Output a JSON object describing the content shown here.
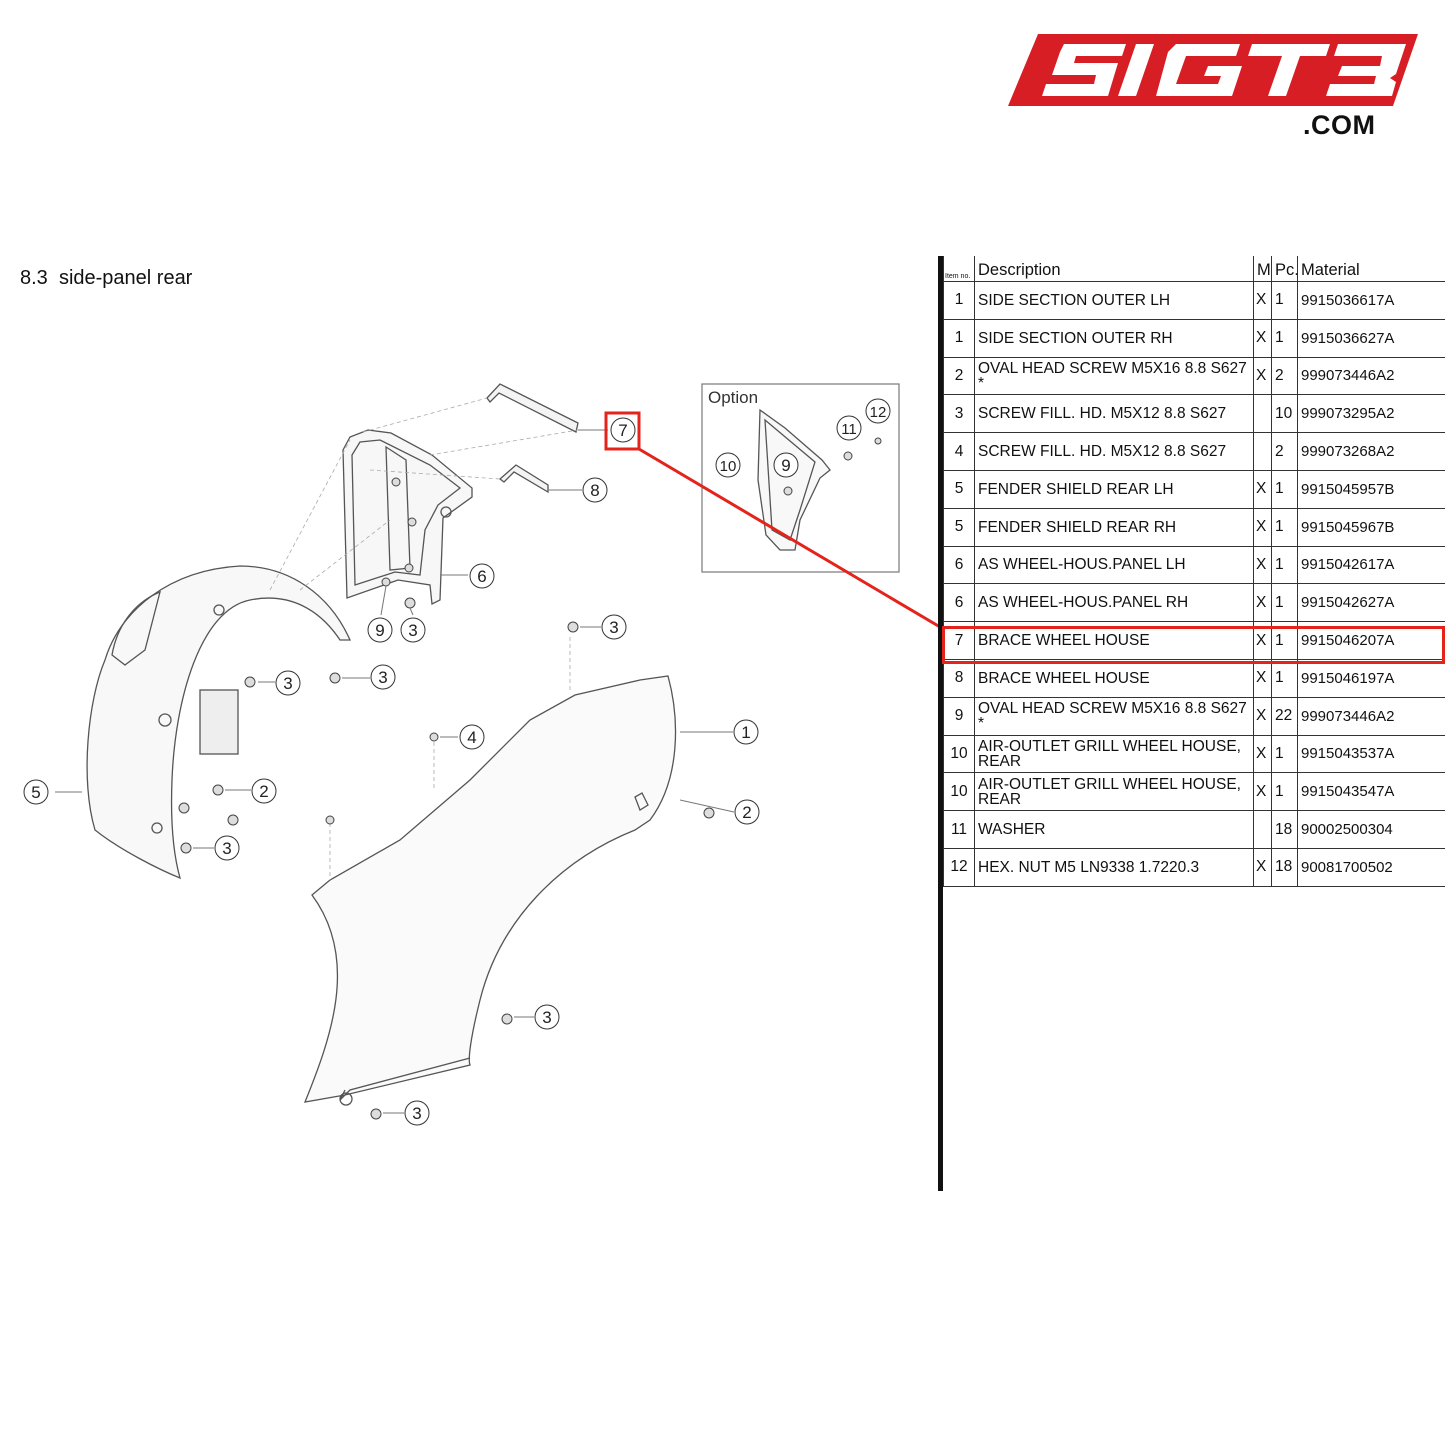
{
  "logo": {
    "text": "SIGT3",
    "domain": ".COM",
    "color": "#d81e25"
  },
  "section": {
    "number": "8.3",
    "title": "side-panel rear"
  },
  "diagram": {
    "option_label": "Option",
    "callouts": [
      {
        "id": "c7",
        "label": "7"
      },
      {
        "id": "c8",
        "label": "8"
      },
      {
        "id": "c6",
        "label": "6"
      },
      {
        "id": "c9a",
        "label": "9"
      },
      {
        "id": "c3a",
        "label": "3"
      },
      {
        "id": "c3b",
        "label": "3"
      },
      {
        "id": "c3c",
        "label": "3"
      },
      {
        "id": "c3d",
        "label": "3"
      },
      {
        "id": "c3e",
        "label": "3"
      },
      {
        "id": "c3f",
        "label": "3"
      },
      {
        "id": "c3g",
        "label": "3"
      },
      {
        "id": "c4",
        "label": "4"
      },
      {
        "id": "c1",
        "label": "1"
      },
      {
        "id": "c2a",
        "label": "2"
      },
      {
        "id": "c2b",
        "label": "2"
      },
      {
        "id": "c5",
        "label": "5"
      },
      {
        "id": "c10",
        "label": "10"
      },
      {
        "id": "c9b",
        "label": "9"
      },
      {
        "id": "c11",
        "label": "11"
      },
      {
        "id": "c12",
        "label": "12"
      }
    ],
    "highlight_color": "#e4231b"
  },
  "parts_table": {
    "headers": {
      "item": "Item no.",
      "description": "Description",
      "m": "M",
      "pc": "Pc.",
      "material": "Material"
    },
    "rows": [
      {
        "item": "1",
        "description": "SIDE SECTION OUTER LH",
        "m": "X",
        "pc": "1",
        "material": "9915036617A"
      },
      {
        "item": "1",
        "description": "SIDE SECTION OUTER RH",
        "m": "X",
        "pc": "1",
        "material": "9915036627A"
      },
      {
        "item": "2",
        "description": "OVAL HEAD SCREW M5X16 8.8 S627 *",
        "m": "X",
        "pc": "2",
        "material": "999073446A2"
      },
      {
        "item": "3",
        "description": "SCREW FILL. HD. M5X12 8.8 S627",
        "m": "",
        "pc": "10",
        "material": "999073295A2"
      },
      {
        "item": "4",
        "description": "SCREW FILL. HD. M5X12 8.8 S627",
        "m": "",
        "pc": "2",
        "material": "999073268A2"
      },
      {
        "item": "5",
        "description": "FENDER SHIELD REAR LH",
        "m": "X",
        "pc": "1",
        "material": "9915045957B"
      },
      {
        "item": "5",
        "description": "FENDER SHIELD REAR RH",
        "m": "X",
        "pc": "1",
        "material": "9915045967B"
      },
      {
        "item": "6",
        "description": "AS WHEEL-HOUS.PANEL LH",
        "m": "X",
        "pc": "1",
        "material": "9915042617A"
      },
      {
        "item": "6",
        "description": "AS WHEEL-HOUS.PANEL RH",
        "m": "X",
        "pc": "1",
        "material": "9915042627A"
      },
      {
        "item": "7",
        "description": "BRACE WHEEL HOUSE",
        "m": "X",
        "pc": "1",
        "material": "9915046207A"
      },
      {
        "item": "8",
        "description": "BRACE WHEEL HOUSE",
        "m": "X",
        "pc": "1",
        "material": "9915046197A"
      },
      {
        "item": "9",
        "description": "OVAL HEAD SCREW M5X16 8.8 S627 *",
        "m": "X",
        "pc": "22",
        "material": "999073446A2"
      },
      {
        "item": "10",
        "description": "AIR-OUTLET GRILL WHEEL HOUSE, REAR",
        "m": "X",
        "pc": "1",
        "material": "9915043537A"
      },
      {
        "item": "10",
        "description": "AIR-OUTLET GRILL WHEEL HOUSE, REAR",
        "m": "X",
        "pc": "1",
        "material": "9915043547A"
      },
      {
        "item": "11",
        "description": "WASHER",
        "m": "",
        "pc": "18",
        "material": "90002500304"
      },
      {
        "item": "12",
        "description": "HEX. NUT M5 LN9338 1.7220.3",
        "m": "X",
        "pc": "18",
        "material": "90081700502"
      }
    ],
    "highlighted_row": 9
  }
}
